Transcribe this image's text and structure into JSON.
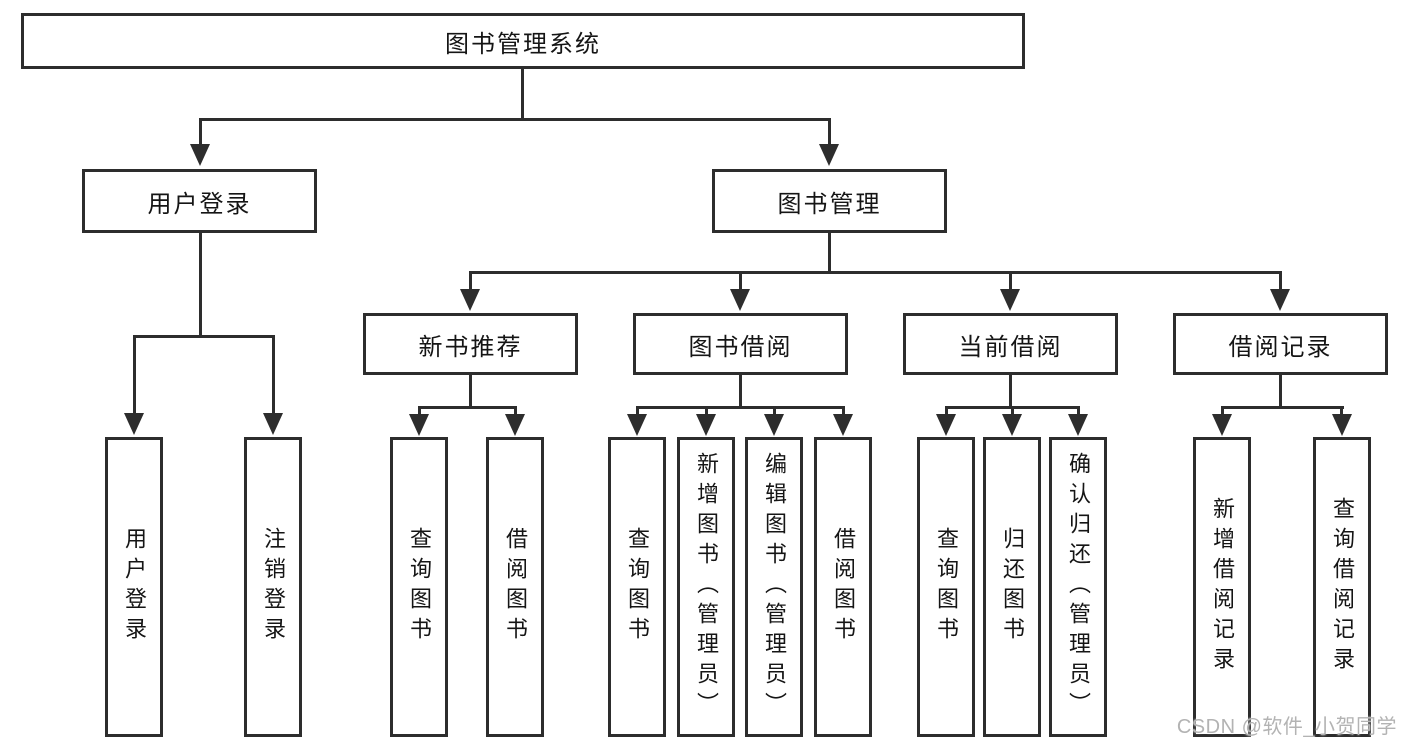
{
  "nodes": {
    "root": {
      "label": "图书管理系统"
    },
    "user_login": {
      "label": "用户登录"
    },
    "book_mgmt": {
      "label": "图书管理"
    },
    "new_books": {
      "label": "新书推荐"
    },
    "book_borrow": {
      "label": "图书借阅"
    },
    "current_borrow": {
      "label": "当前借阅"
    },
    "borrow_records": {
      "label": "借阅记录"
    },
    "leaves": {
      "user_login_login": {
        "label": "用户登录"
      },
      "user_login_logout": {
        "label": "注销登录"
      },
      "new_books_query": {
        "label": "查询图书"
      },
      "new_books_borrow": {
        "label": "借阅图书"
      },
      "book_borrow_query": {
        "label": "查询图书"
      },
      "book_borrow_add": {
        "label": "新增图书（管理员）"
      },
      "book_borrow_edit": {
        "label": "编辑图书（管理员）"
      },
      "book_borrow_borrow": {
        "label": "借阅图书"
      },
      "current_borrow_query": {
        "label": "查询图书"
      },
      "current_borrow_return": {
        "label": "归还图书"
      },
      "current_borrow_confirm": {
        "label": "确认归还（管理员）"
      },
      "borrow_records_add": {
        "label": "新增借阅记录"
      },
      "borrow_records_query": {
        "label": "查询借阅记录"
      }
    }
  },
  "watermark": {
    "text": "CSDN @软件_小贺同学"
  },
  "colors": {
    "line": "#2d2d2d",
    "text": "#151515",
    "background": "#ffffff",
    "watermark": "#b3b3b3"
  }
}
